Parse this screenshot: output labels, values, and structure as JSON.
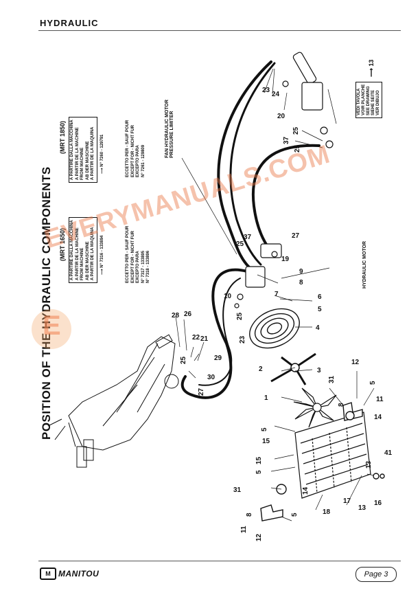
{
  "header": {
    "title": "HYDRAULIC"
  },
  "page": {
    "main_title": "POSITION OF THE HYDRAULIC COMPONENTS",
    "page_label": "Page 3",
    "brand": "MANITOU",
    "watermark": "EVERYMANUALS.COM"
  },
  "models": [
    {
      "name": "(MRT 1650)",
      "box_lines": [
        "A PARTIRE DALLA MACCHINA",
        "A PARTIR DE LA MACHINE",
        "FROM MACHINE",
        "AB DER MASCHINE",
        "A PARTIR DE LA MAQUINA"
      ],
      "from_serial": "N° 7316 - 133894",
      "except_lines": [
        "ECCETTO PER - SAUF POUR",
        "EXCEPT FOR - NICHT FUR",
        "EXCEPTO PARA"
      ],
      "except_serials": [
        "N° 7317 - 133895",
        "N° 7318 - 133896"
      ]
    },
    {
      "name": "(MRT 1850)",
      "box_lines": [
        "A PARTIRE DALLA MACCHINA",
        "A PARTIR DE LA MACHINE",
        "FROM MACHINE",
        "AB DER MASCHINE",
        "A PARTIR DE LA MAQUINA"
      ],
      "from_serial": "N° 7260 - 129791",
      "except_lines": [
        "ECCETTO PER - SAUF POUR",
        "EXCEPT FOR - NICHT FUR",
        "EXCEPTO PARA"
      ],
      "except_serials": [
        "N° 7261 - 129809"
      ]
    }
  ],
  "callouts": {
    "fan_motor_limiter": [
      "FAN HYDRAULIC MOTOR",
      "PRESSURE LIMITER"
    ],
    "hydraulic_motor": "HYDRAULIC MOTOR",
    "see_drawing": [
      "VEDI TAVOLA",
      "VOIR PLANCHE",
      "SEE DRAWING",
      "SIEHE SEITE",
      "VER DIBUJO"
    ],
    "see_drawing_target": "13"
  },
  "part_numbers": [
    "1",
    "2",
    "3",
    "4",
    "5",
    "6",
    "7",
    "8",
    "9",
    "10",
    "11",
    "12",
    "13",
    "14",
    "15",
    "16",
    "17",
    "18",
    "19",
    "20",
    "21",
    "22",
    "23",
    "24",
    "25",
    "26",
    "27",
    "28",
    "29",
    "30",
    "31",
    "37",
    "41"
  ]
}
